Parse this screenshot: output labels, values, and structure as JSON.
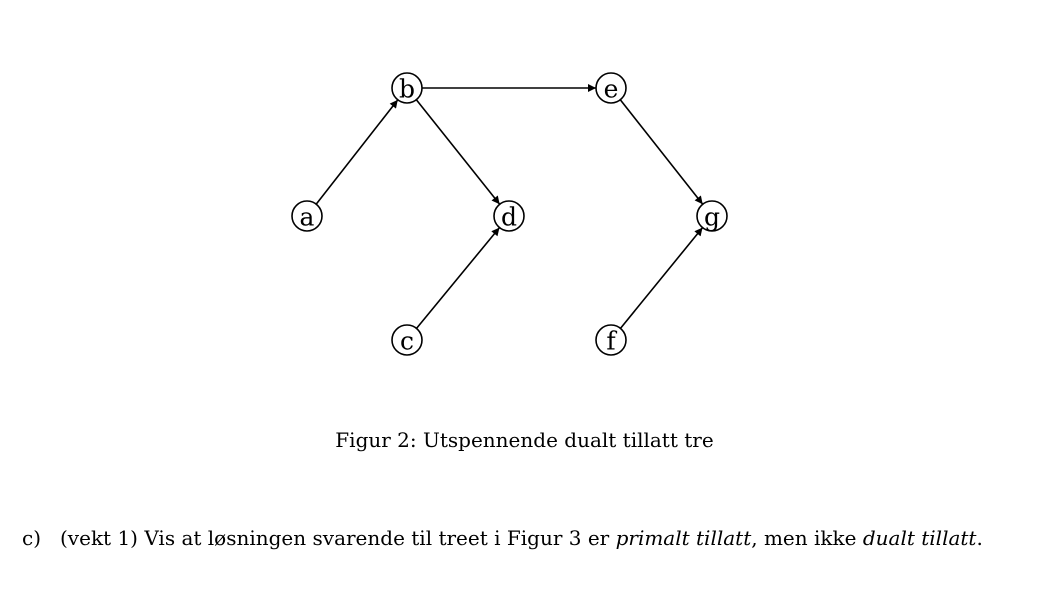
{
  "figure": {
    "nodes": [
      {
        "id": "a",
        "label": "a"
      },
      {
        "id": "b",
        "label": "b"
      },
      {
        "id": "c",
        "label": "c"
      },
      {
        "id": "d",
        "label": "d"
      },
      {
        "id": "e",
        "label": "e"
      },
      {
        "id": "f",
        "label": "f"
      },
      {
        "id": "g",
        "label": "g"
      }
    ],
    "edges": [
      {
        "from": "a",
        "to": "b"
      },
      {
        "from": "b",
        "to": "e"
      },
      {
        "from": "b",
        "to": "d"
      },
      {
        "from": "c",
        "to": "d"
      },
      {
        "from": "e",
        "to": "g"
      },
      {
        "from": "f",
        "to": "g"
      }
    ],
    "caption": "Figur 2: Utspennende dualt tillatt tre"
  },
  "question": {
    "label": "c)",
    "text_part1": "(vekt 1) Vis at løsningen svarende til treet i Figur 3 er ",
    "emph1": "primalt tillatt",
    "text_part2": ", men ikke ",
    "emph2": "dualt tillatt",
    "text_part3": "."
  }
}
